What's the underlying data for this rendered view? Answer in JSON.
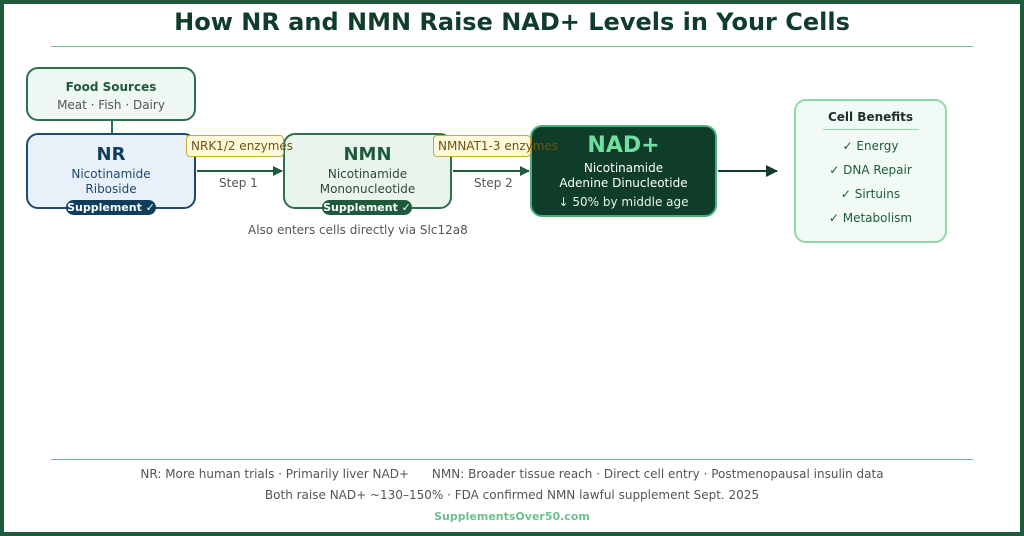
{
  "title": "How NR and NMN Raise NAD+ Levels in Your Cells",
  "food": {
    "title": "Food Sources",
    "items": "Meat · Fish · Dairy"
  },
  "nr": {
    "title": "NR",
    "line1": "Nicotinamide",
    "line2": "Riboside",
    "badge": "Supplement ✓"
  },
  "nmn": {
    "title": "NMN",
    "line1": "Nicotinamide",
    "line2": "Mononucleotide",
    "badge": "Supplement ✓"
  },
  "nad": {
    "title": "NAD+",
    "line1": "Nicotinamide",
    "line2": "Adenine Dinucleotide",
    "note": "↓ 50% by middle age"
  },
  "enzymes": {
    "step1": "NRK1/2 enzymes",
    "step2": "NMNAT1-3 enzymes"
  },
  "steps": {
    "step1": "Step 1",
    "step2": "Step 2"
  },
  "nmn_note": "Also enters cells directly via Slc12a8",
  "benefits": {
    "title": "Cell Benefits",
    "items": [
      "✓ Energy",
      "✓ DNA Repair",
      "✓ Sirtuins",
      "✓ Metabolism"
    ]
  },
  "footer": {
    "nr_line": "NR: More human trials · Primarily liver NAD+",
    "nmn_line": "NMN: Broader tissue reach · Direct cell entry · Postmenopausal insulin data",
    "line2": "Both raise NAD+ ~130–150% · FDA confirmed NMN lawful supplement Sept. 2025"
  },
  "site": "SupplementsOver50.com",
  "colors": {
    "dark_green": "#0f3d2a",
    "accent_green": "#6cc08f",
    "nr_blue": "#1f4a6b",
    "enzyme_yellow": "#fff9dc"
  }
}
